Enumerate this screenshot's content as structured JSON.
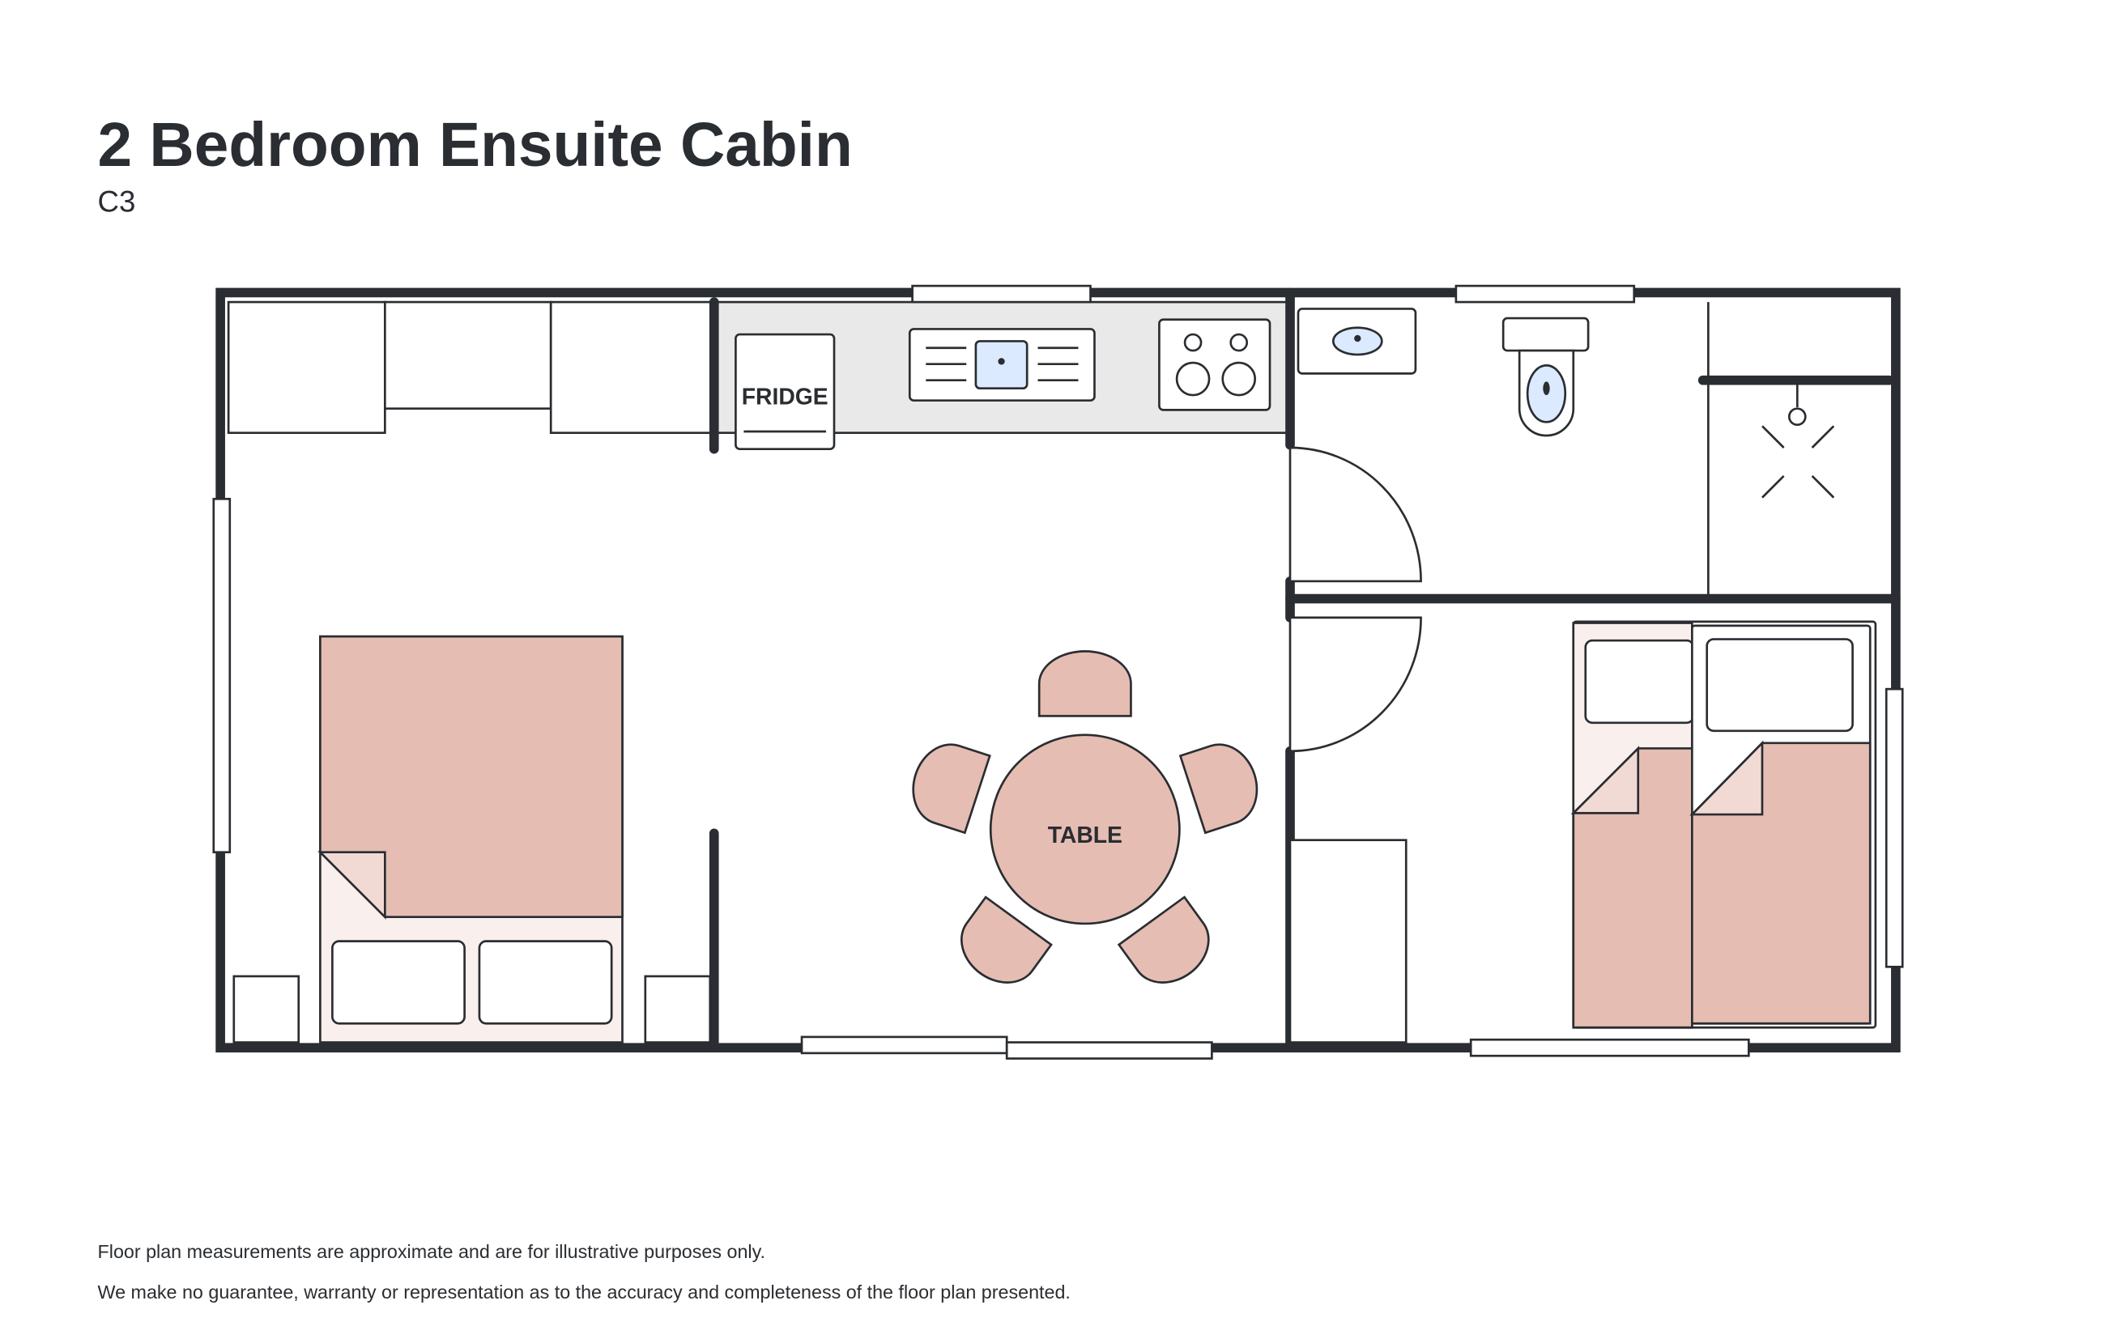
{
  "header": {
    "title": "2 Bedroom Ensuite Cabin",
    "subtitle": "C3"
  },
  "plan": {
    "fridge_label": "FRIDGE",
    "table_label": "TABLE"
  },
  "colors": {
    "wall": "#2a2d31",
    "furniture": "#e5bdb3",
    "bed_light": "#f9efec",
    "fixture": "#dbeafe",
    "counter": "#e9e9e9"
  },
  "footer": {
    "line1": "Floor plan measurements are approximate and are for illustrative purposes only.",
    "line2": "We make no guarantee, warranty or representation as to the accuracy and completeness of the floor plan presented."
  }
}
